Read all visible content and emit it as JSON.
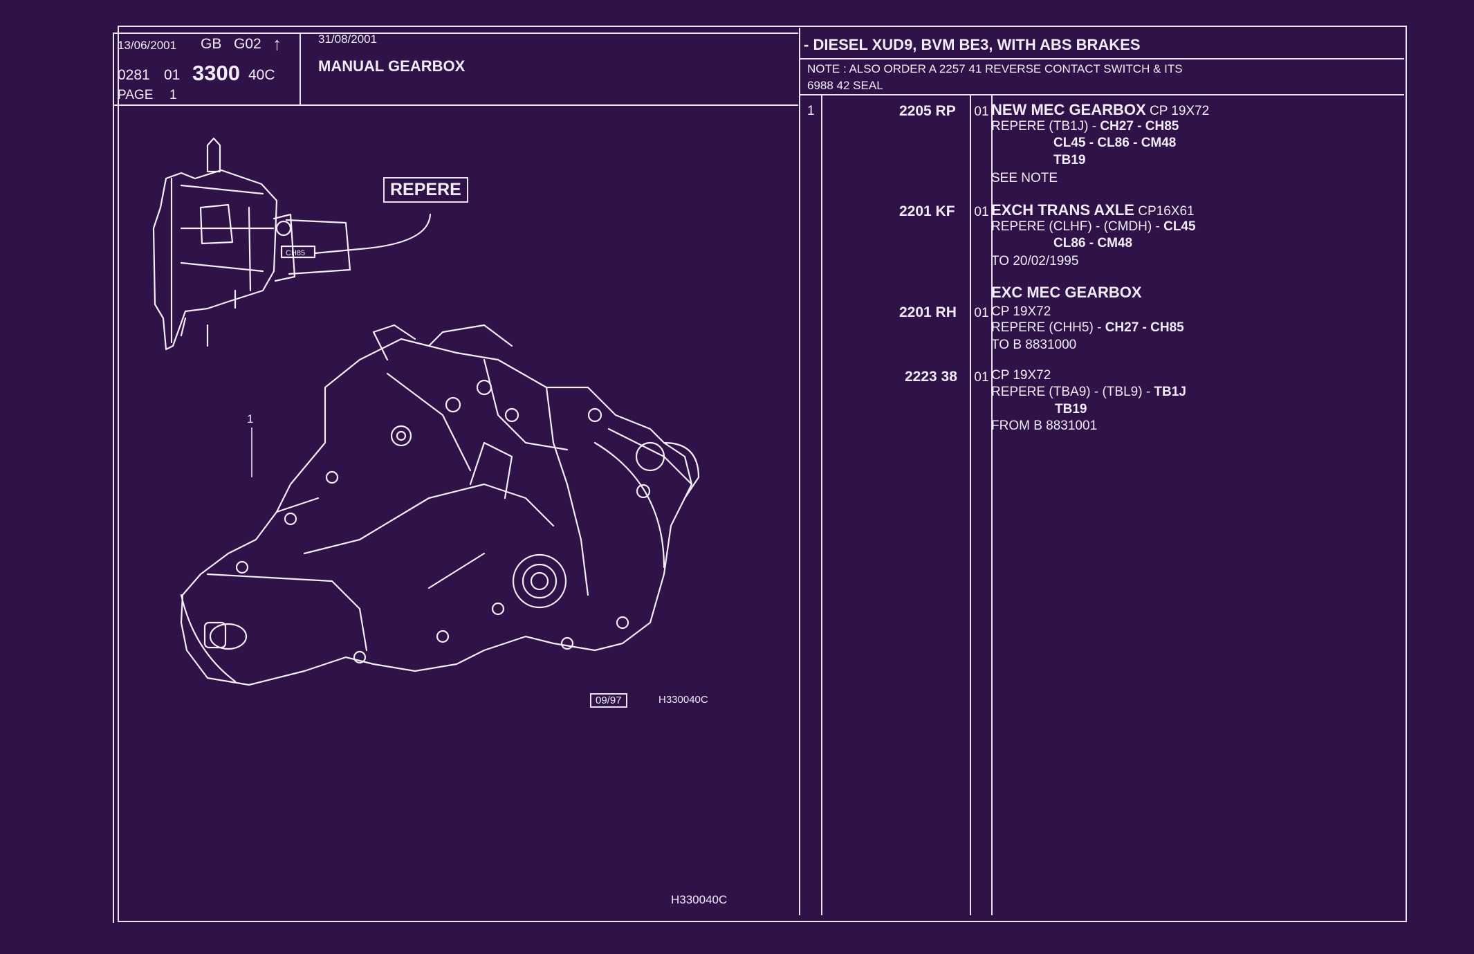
{
  "header": {
    "date": "13/06/2001",
    "lang": "GB",
    "group": "G02",
    "arrow": "↑",
    "code_a": "0281",
    "code_b": "01",
    "code_main": "3300",
    "code_c": "40C",
    "page_label": "PAGE",
    "page_num": "1",
    "date2": "31/08/2001",
    "title": "MANUAL GEARBOX",
    "vehicle": "- DIESEL XUD9, BVM BE3, WITH ABS BRAKES",
    "note_line1": "NOTE : ALSO ORDER A 2257 41 REVERSE CONTACT SWITCH & ITS",
    "note_line2": "6988 42 SEAL"
  },
  "drawing": {
    "repere_label": "REPERE",
    "ch_tag": "CH85",
    "item_callout": "1",
    "version_box": "09/97",
    "ref_small": "H330040C",
    "ref_bottom": "H330040C"
  },
  "parts": {
    "item_no": "1",
    "rows": [
      {
        "ref": "2205 RP",
        "qty": "01",
        "lines": [
          {
            "bold": "NEW MEC GEARBOX",
            "normal": " CP 19X72"
          },
          {
            "normal": "REPERE (TB1J) - ",
            "bold": "CH27 - CH85"
          },
          {
            "bold": "CL45 - CL86 - CM48",
            "indent": true
          },
          {
            "bold": "TB19",
            "indent": true
          },
          {
            "normal": "SEE NOTE"
          }
        ]
      },
      {
        "ref": "2201 KF",
        "qty": "01",
        "lines": [
          {
            "bold": "EXCH TRANS AXLE",
            "normal": " CP16X61"
          },
          {
            "normal": "REPERE (CLHF) - (CMDH) - ",
            "bold": "CL45"
          },
          {
            "bold": "CL86 - CM48",
            "indent": true
          },
          {
            "normal": "TO 20/02/1995"
          }
        ]
      },
      {
        "heading": "EXC MEC GEARBOX",
        "ref": "2201 RH",
        "qty": "01",
        "lines": [
          {
            "normal": "CP 19X72"
          },
          {
            "normal": "REPERE (CHH5) - ",
            "bold": "CH27 - CH85"
          },
          {
            "normal": "TO B 8831000"
          }
        ]
      },
      {
        "ref": "2223 38",
        "qty": "01",
        "lines": [
          {
            "normal": "CP 19X72"
          },
          {
            "normal": "REPERE (TBA9) - (TBL9) - ",
            "bold": "TB1J"
          },
          {
            "bold": "TB19",
            "indent": true
          },
          {
            "normal": "FROM B 8831001"
          }
        ]
      }
    ]
  },
  "colors": {
    "background": "#2e1248",
    "ink": "#f1ecf8"
  }
}
